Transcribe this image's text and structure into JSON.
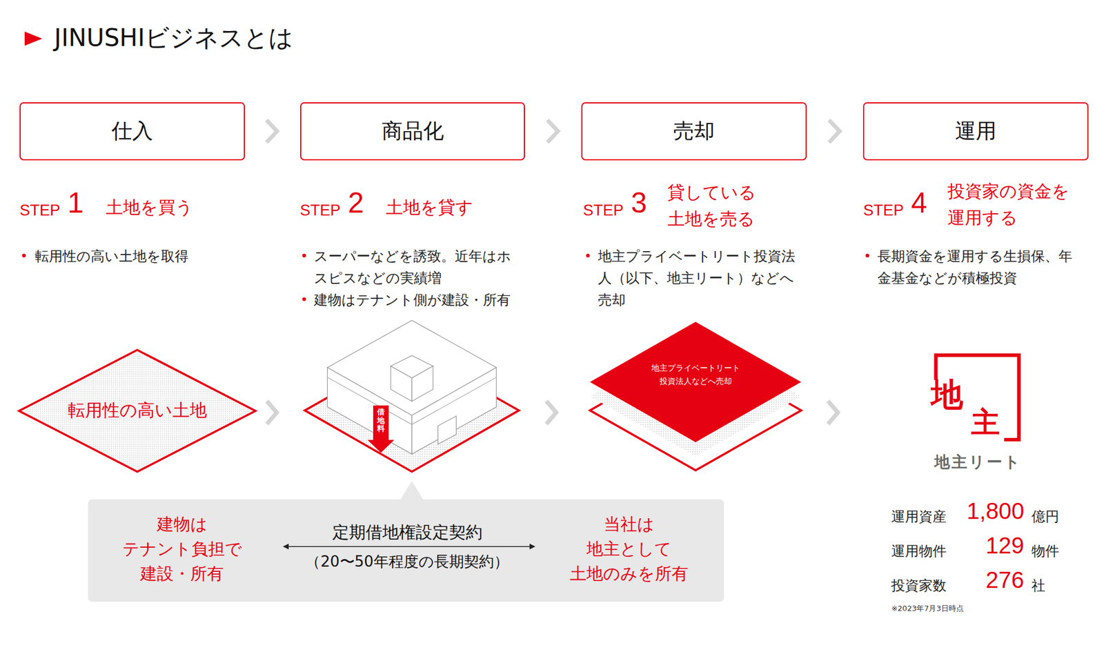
{
  "diagram": {
    "title": "JINUSHIビジネスとは",
    "nodes": [
      {
        "text": [
          "仕入"
        ]
      },
      {
        "text": [
          "商品化"
        ]
      },
      {
        "text": [
          "売却"
        ]
      },
      {
        "text": [
          "運用"
        ]
      },
      {
        "text": [
          "転用性の高い土地"
        ]
      },
      {
        "text": [
          "地主プライベートリート 投資法人などへ売却"
        ]
      },
      {
        "text": [
          "建物は テナント負担で 建設・所有",
          "定期借地権設定契約",
          "（20〜50年程度の長期契約）",
          "当社は 地主として 土地のみを所有"
        ]
      },
      {
        "text": [
          "地",
          "主"
        ]
      }
    ],
    "edges": [
      {
        "from": 0,
        "to": 1,
        "arrow": "to"
      },
      {
        "from": 1,
        "to": 2,
        "arrow": "to"
      },
      {
        "from": 2,
        "to": 3,
        "arrow": "to"
      }
    ],
    "labels": [
      "STEP",
      "1",
      "土地を買う",
      "STEP",
      "2",
      "土地を貸す",
      "STEP",
      "3",
      "貸している 土地を売る",
      "STEP",
      "4",
      "投資家の資金を 運用する",
      "転用性の高い土地を取得",
      "スーパーなどを誘致。近年はホスピスなどの実績増",
      "建物はテナント側が建設・所有",
      "地主プライベートリート投資法人（以下、地主リート）などへ売却",
      "長期資金を運用する生損保、年金基金などが積極投資",
      "借地料",
      "地主リート",
      "運用資産",
      "1,800",
      "億円",
      "運用物件",
      "129",
      "物件",
      "投資家数",
      "276",
      "社",
      "※2023年7月3日時点"
    ]
  }
}
